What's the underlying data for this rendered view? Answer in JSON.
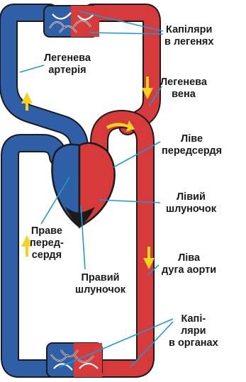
{
  "labels": {
    "lung_capillaries": [
      "Капіляри",
      "в легенях"
    ],
    "pulmonary_artery": [
      "Легенева",
      "артерія"
    ],
    "pulmonary_vein": [
      "Легенева",
      "вена"
    ],
    "left_atrium": [
      "Ліве",
      "передсердя"
    ],
    "left_ventricle": [
      "Лівий",
      "шлуночок"
    ],
    "right_atrium": [
      "Праве",
      "перед-",
      "сердя"
    ],
    "right_ventricle": [
      "Правий",
      "шлуночок"
    ],
    "aortic_arch": [
      "Ліва",
      "дуга аорти"
    ],
    "organ_capillaries": [
      "Капі-",
      "ляри",
      "в органах"
    ]
  },
  "colors": {
    "venous_blue": "#2f5fa6",
    "arterial_red": "#d63a3a",
    "outline": "#1b1b1b",
    "arrow_yellow": "#f5d21e",
    "pointer_line": "#1e9ad6"
  }
}
